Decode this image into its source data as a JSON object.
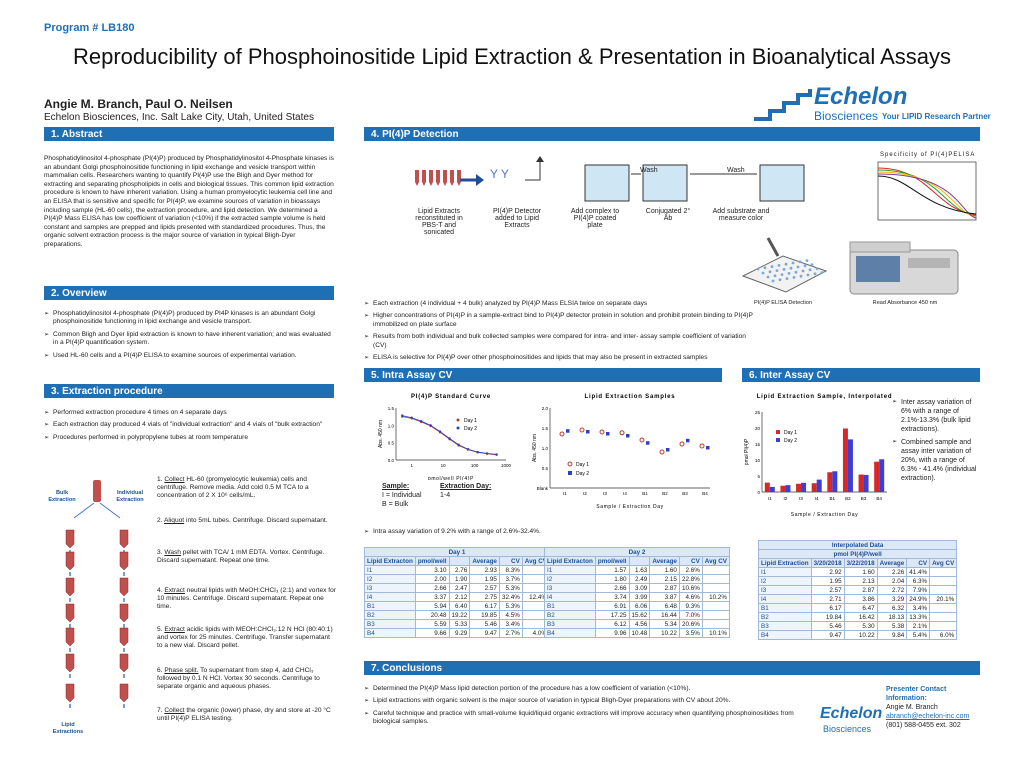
{
  "program": "Program # LB180",
  "title": "Reproducibility of Phosphoinositide Lipid Extraction & Presentation in Bioanalytical Assays",
  "authors": "Angie M. Branch, Paul O. Neilsen",
  "affiliation": "Echelon Biosciences, Inc. Salt Lake City, Utah, United States",
  "logo": {
    "name": "Echelon",
    "sub": "Biosciences",
    "tag": "Your LIPID Research Partner",
    "tag_color": "#1f6fb4"
  },
  "sections": {
    "abstract": {
      "title": "1. Abstract",
      "text": "Phosphatidylinositol 4-phosphate (PI(4)P) produced by Phosphatidylinositol 4-Phosphate kinases is an abundant Golgi phosphoinositide functioning in lipid exchange and vesicle transport within mammalian cells. Researchers wanting to quantify PI(4)P use the Bligh and Dyer method for extracting and separating phospholipids in cells and biological tissues. This common lipid extraction procedure is known to have inherent variation. Using a human promyelocytic leukemia cell line and an ELISA that is sensitive and specific for PI(4)P, we examine sources of variation in bioassays including sample (HL-60 cells), the extraction procedure, and lipid detection. We determined a PI(4)P Mass ELISA has low coefficient of variation (<10%) if the extracted sample volume is held constant and samples are prepped and lipids presented with standardized procedures. Thus, the organic solvent extraction process is the major source of variation in typical Bligh-Dyer preparations."
    },
    "overview": {
      "title": "2. Overview",
      "items": [
        "Phosphatidylinositol 4-phosphate (PI(4)P) produced by PI4P kinases is an abundant Golgi phosphoinositide functioning in lipid exchange and vesicle transport.",
        "Common Bligh and Dyer lipid extraction is known to have inherent variation; and was evaluated in a PI(4)P quantification system.",
        "Used HL-60 cells and a PI(4)P ELISA to examine sources of experimental variation."
      ]
    },
    "extraction": {
      "title": "3. Extraction procedure",
      "items": [
        "Performed extraction procedure 4 times on 4 separate days",
        "Each extraction day produced 4 vials of \"individual extraction\" and 4 vials of \"bulk extraction\"",
        "Procedures performed in polypropylene tubes at room temperature"
      ],
      "bulk_label": "Bulk Extraction",
      "indiv_label": "Individual Extraction",
      "lipid_label": "Lipid Extractions",
      "steps": [
        {
          "n": "1. ",
          "k": "Collect",
          "t": " HL-60 (promyelocytic leukemia) cells and centrifuge. Remove media. Add cold 0.5 M TCA to a concentration of 2 X 10⁶ cells/mL."
        },
        {
          "n": "2. ",
          "k": "Aliquot",
          "t": " into 5mL tubes. Centrifuge. Discard supernatant."
        },
        {
          "n": "3. ",
          "k": "Wash",
          "t": " pellet with TCA/ 1 mM EDTA. Vortex. Centrifuge. Discard supernatant. Repeat one time."
        },
        {
          "n": "4. ",
          "k": "Extract",
          "t": " neutral lipids with MeOH:CHCl₃ (2:1) and vortex for 10 minutes. Centrifuge. Discard supernatant. Repeat one time."
        },
        {
          "n": "5. ",
          "k": "Extract",
          "t": " acidic lipids with MEOH:CHCl₃:12 N HCl (80:40:1) and vortex for 25 minutes. Centrifuge. Transfer supernatant to a new vial. Discard pellet."
        },
        {
          "n": "6. ",
          "k": "Phase split.",
          "t": " To supernatant from step 4, add CHCl₃ followed by 0.1 N HCl. Vortex 30 seconds. Centrifuge to separate organic and aqueous phases."
        },
        {
          "n": "7. ",
          "k": "Collect",
          "t": " the organic (lower) phase, dry and store at -20 °C until PI(4)P ELISA testing."
        }
      ]
    },
    "detection": {
      "title": "4. PI(4)P Detection",
      "captions": [
        "Lipid Extracts reconstituted in PBS-T and sonicated",
        "PI(4)P Detector added to Lipid Extracts",
        "Add complex to PI(4)P coated plate",
        "Conjugated 2° Ab",
        "Add substrate and measure color"
      ],
      "wash": "Wash",
      "plate_caption": "PI(4)P ELISA Detection",
      "reader_caption": "Read Absorbance 450 nm",
      "spec_title": "Specificity of PI(4)PELISA",
      "items": [
        "Each extraction (4 individual + 4 bulk) analyzed by PI(4)P Mass ELSIA twice on separate days",
        "Higher concentrations of PI(4)P in a sample-extract bind to PI(4)P detector protein in solution and prohibit protein binding to PI(4)P immobilized on plate surface",
        "Results from both individual and bulk collected samples were compared for intra- and inter- assay sample coefficient of variation (CV)",
        "ELISA is selective for PI(4)P over other phosphoinositides and lipids that may also be present in extracted samples"
      ]
    },
    "intra": {
      "title": "5. Intra Assay CV",
      "std_title": "PI(4)P Standard Curve",
      "std_xlabel": "pmol/well PI(4)P",
      "std_ylabel": "Abs. 450 nm",
      "std_leg": [
        "Day 1",
        "Day 2"
      ],
      "sample_label": "Sample:",
      "sample_lines": [
        "I = Individual",
        "B = Bulk"
      ],
      "day_label": "Extraction Day:",
      "day_val": "1-4",
      "les_title": "Lipid Extraction Samples",
      "les_xlabel": "Sample / Extraction Day",
      "les_ylabel": "Abs. 450 nm",
      "les_leg": [
        "Day 1",
        "Day 2"
      ],
      "summary": "Intra assay variation of 9.2% with a range of 2.6%-32.4%."
    },
    "inter": {
      "title": "6. Inter Assay CV",
      "chart_title": "Lipid Extraction Sample, Interpolated",
      "xlabel": "Sample / Extraction Day",
      "ylabel": "pmol PI(4)P",
      "leg": [
        "Day 1",
        "Day 2"
      ],
      "items": [
        "Inter assay variation of 6% with a range of 2.1%-13.3% (bulk lipid extractions).",
        "Combined sample and assay inter variation of 20%, with a range of 6.3% - 41.4% (individual extraction)."
      ]
    },
    "conclusions": {
      "title": "7. Conclusions",
      "items": [
        "Determined the PI(4)P Mass lipid detection portion of the procedure has a low coefficient of  variation (<10%).",
        "Lipid extractions with organic solvent is the major source of variation in typical Bligh-Dyer preparations with CV about 20%.",
        "Careful technique and practice with small-volume liquid/liquid organic extractions will improve accuracy when quantifying phosphoinositides from biological samples."
      ]
    },
    "contact": {
      "title": "Presenter Contact Information:",
      "name": "Angie M. Branch",
      "email": "abranch@echelon-inc.com",
      "phone": "(801) 588-0455 ext. 302"
    }
  },
  "tables": {
    "day1": {
      "title": "Day 1",
      "headers": [
        "Lipid Extracton",
        "pmol/well",
        "",
        "Average",
        "CV",
        "Avg CV"
      ],
      "rows": [
        [
          "I1",
          "3.10",
          "2.76",
          "2.93",
          "8.3%",
          ""
        ],
        [
          "I2",
          "2.00",
          "1.90",
          "1.95",
          "3.7%",
          ""
        ],
        [
          "I3",
          "2.66",
          "2.47",
          "2.57",
          "5.3%",
          ""
        ],
        [
          "I4",
          "3.37",
          "2.12",
          "2.75",
          "32.4%",
          "12.4%"
        ],
        [
          "B1",
          "5.94",
          "6.40",
          "6.17",
          "5.3%",
          ""
        ],
        [
          "B2",
          "20.48",
          "19.22",
          "19.85",
          "4.5%",
          ""
        ],
        [
          "B3",
          "5.59",
          "5.33",
          "5.46",
          "3.4%",
          ""
        ],
        [
          "B4",
          "9.66",
          "9.29",
          "9.47",
          "2.7%",
          "4.0%"
        ]
      ]
    },
    "day2": {
      "title": "Day 2",
      "headers": [
        "Lipid Extracton",
        "pmol/well",
        "",
        "Average",
        "CV",
        "Avg CV"
      ],
      "rows": [
        [
          "I1",
          "1.57",
          "1.63",
          "1.60",
          "2.6%",
          ""
        ],
        [
          "I2",
          "1.80",
          "2.49",
          "2.15",
          "22.8%",
          ""
        ],
        [
          "I3",
          "2.66",
          "3.09",
          "2.87",
          "10.6%",
          ""
        ],
        [
          "I4",
          "3.74",
          "3.99",
          "3.87",
          "4.6%",
          "10.2%"
        ],
        [
          "B1",
          "6.91",
          "6.06",
          "6.48",
          "9.3%",
          ""
        ],
        [
          "B2",
          "17.25",
          "15.62",
          "16.44",
          "7.0%",
          ""
        ],
        [
          "B3",
          "6.12",
          "4.56",
          "5.34",
          "20.6%",
          ""
        ],
        [
          "B4",
          "9.96",
          "10.48",
          "10.22",
          "3.5%",
          "10.1%"
        ]
      ]
    },
    "interp": {
      "title": "Interpolated Data",
      "subtitle": "pmol PI(4)P/well",
      "headers": [
        "Lipid Extraction",
        "3/20/2018",
        "3/22/2018",
        "Average",
        "CV",
        "Avg CV"
      ],
      "rows": [
        [
          "I1",
          "2.92",
          "1.60",
          "2.26",
          "41.4%",
          ""
        ],
        [
          "I2",
          "1.95",
          "2.13",
          "2.04",
          "6.3%",
          ""
        ],
        [
          "I3",
          "2.57",
          "2.87",
          "2.72",
          "7.9%",
          ""
        ],
        [
          "I4",
          "2.71",
          "3.86",
          "3.29",
          "24.9%",
          "20.1%"
        ],
        [
          "B1",
          "6.17",
          "6.47",
          "6.32",
          "3.4%",
          ""
        ],
        [
          "B2",
          "19.84",
          "16.42",
          "18.13",
          "13.3%",
          ""
        ],
        [
          "B3",
          "5.46",
          "5.30",
          "5.38",
          "2.1%",
          ""
        ],
        [
          "B4",
          "9.47",
          "10.22",
          "9.84",
          "5.4%",
          "6.0%"
        ]
      ]
    }
  },
  "chart_data": [
    {
      "type": "line",
      "title": "PI(4)P Standard Curve",
      "xlabel": "pmol/well PI(4)P",
      "ylabel": "Abs. 450 nm",
      "xscale": "log",
      "xticks": [
        "1",
        "10",
        "100",
        "1000"
      ],
      "yticks": [
        "0.0",
        "0.5",
        "1.0",
        "1.5"
      ],
      "ylim": [
        0,
        1.5
      ],
      "series": [
        {
          "name": "Day 1",
          "color": "#c0392b",
          "x": [
            0.5,
            1,
            2,
            4,
            8,
            16,
            31,
            62,
            125,
            250,
            500
          ],
          "y": [
            1.25,
            1.2,
            1.1,
            0.98,
            0.8,
            0.6,
            0.42,
            0.3,
            0.22,
            0.18,
            0.15
          ]
        },
        {
          "name": "Day 2",
          "color": "#2e3fbf",
          "x": [
            0.5,
            1,
            2,
            4,
            8,
            16,
            31,
            62,
            125,
            250,
            500
          ],
          "y": [
            1.28,
            1.22,
            1.12,
            1.0,
            0.82,
            0.62,
            0.44,
            0.31,
            0.23,
            0.19,
            0.16
          ]
        }
      ]
    },
    {
      "type": "scatter",
      "title": "Lipid Extraction Samples",
      "xlabel": "Sample / Extraction Day",
      "ylabel": "Abs. 450 nm",
      "categories": [
        "I1",
        "I2",
        "I3",
        "I4",
        "B1",
        "B2",
        "B3",
        "B4"
      ],
      "ylim": [
        0,
        2.0
      ],
      "yticks": [
        "Blank",
        "0.5",
        "1.0",
        "1.5",
        "2.0"
      ],
      "series": [
        {
          "name": "Day 1",
          "color": "#c0392b",
          "values": [
            1.35,
            1.45,
            1.4,
            1.38,
            1.2,
            0.9,
            1.1,
            1.05
          ]
        },
        {
          "name": "Day 2",
          "color": "#2e3fbf",
          "values": [
            1.42,
            1.4,
            1.35,
            1.3,
            1.12,
            0.95,
            1.18,
            1.0
          ]
        }
      ]
    },
    {
      "type": "bar",
      "title": "Lipid Extraction Sample, Interpolated",
      "xlabel": "Sample / Extraction Day",
      "ylabel": "pmol PI(4)P",
      "categories": [
        "I1",
        "I2",
        "I3",
        "I4",
        "B1",
        "B2",
        "B3",
        "B4"
      ],
      "ylim": [
        0,
        25
      ],
      "yticks": [
        "0",
        "5",
        "10",
        "15",
        "20",
        "25"
      ],
      "series": [
        {
          "name": "Day 1",
          "color": "#d62828",
          "values": [
            2.93,
            1.95,
            2.57,
            2.75,
            6.17,
            19.85,
            5.46,
            9.47
          ]
        },
        {
          "name": "Day 2",
          "color": "#3a3fd6",
          "values": [
            1.6,
            2.15,
            2.87,
            3.87,
            6.48,
            16.44,
            5.34,
            10.22
          ]
        }
      ]
    }
  ]
}
